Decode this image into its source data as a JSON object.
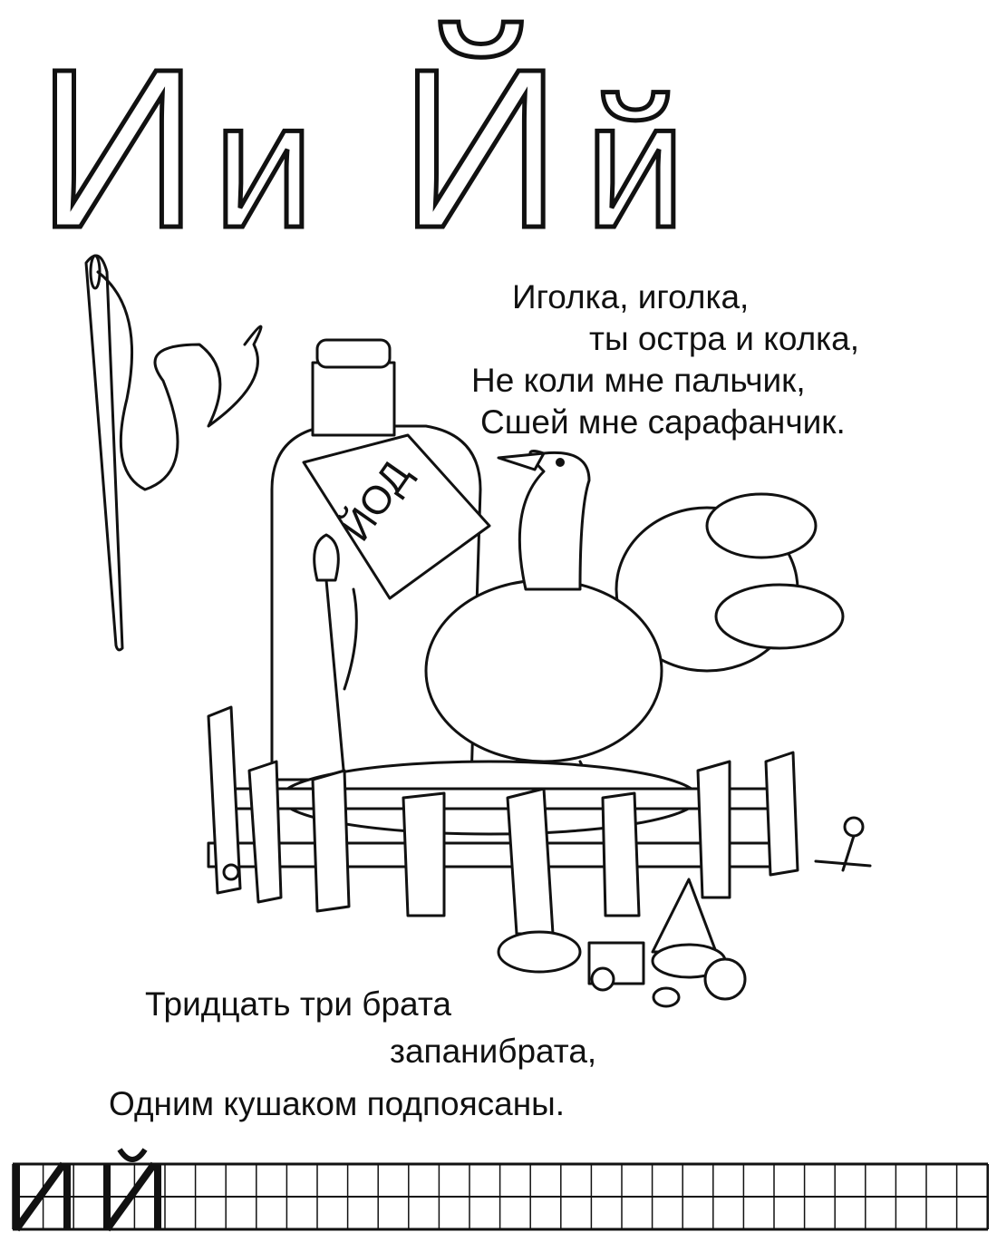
{
  "header": {
    "letters": [
      "И",
      "и",
      "Й",
      "й"
    ]
  },
  "poem_top": {
    "lines": [
      "Иголка, иголка,",
      "ты остра и колка,",
      "Не коли мне пальчик,",
      "Сшей мне сарафанчик."
    ]
  },
  "poem_bottom": {
    "lines": [
      "Тридцать три брата",
      "запанибрата,",
      "Одним кушаком подпоясаны."
    ]
  },
  "illustration": {
    "bottle_label": "ЙОД"
  },
  "copybook": {
    "sample_letters": [
      "И",
      "Й"
    ]
  }
}
